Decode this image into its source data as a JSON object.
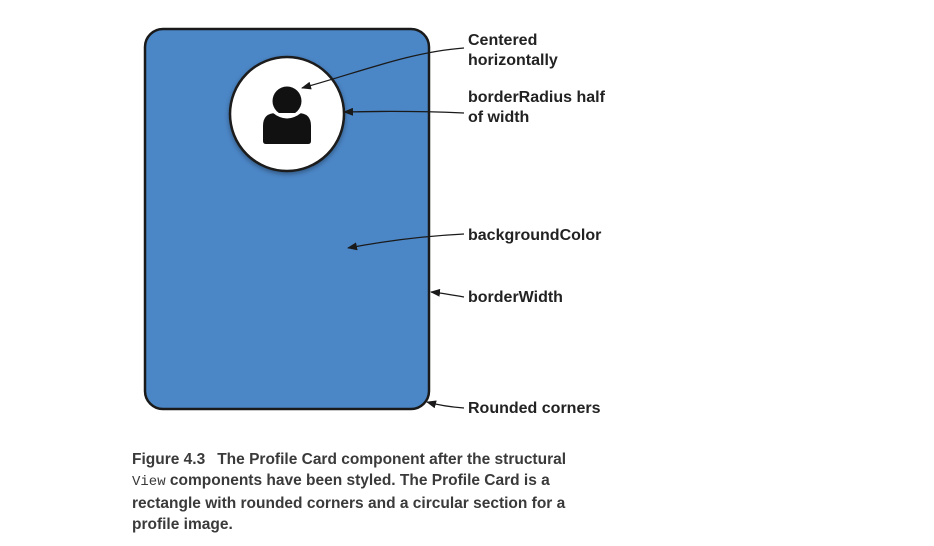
{
  "callouts": {
    "centered_line1": "Centered",
    "centered_line2": "horizontally",
    "border_radius_line1": "borderRadius half",
    "border_radius_line2": "of width",
    "background_color": "backgroundColor",
    "border_width": "borderWidth",
    "rounded_corners": "Rounded corners"
  },
  "caption": {
    "figure_number": "Figure 4.3",
    "text_part1": "The Profile Card component after the structural",
    "code_word": "View",
    "text_part2": "components have been styled. The Profile Card is a rectangle with rounded corners and a circular section for a profile image."
  },
  "colors": {
    "card_fill": "#4b86c6",
    "card_border": "#1a1a1a",
    "avatar_circle": "#ffffff",
    "person_icon": "#111111",
    "text": "#222222"
  },
  "icons": {
    "profile_image": "person-icon"
  }
}
